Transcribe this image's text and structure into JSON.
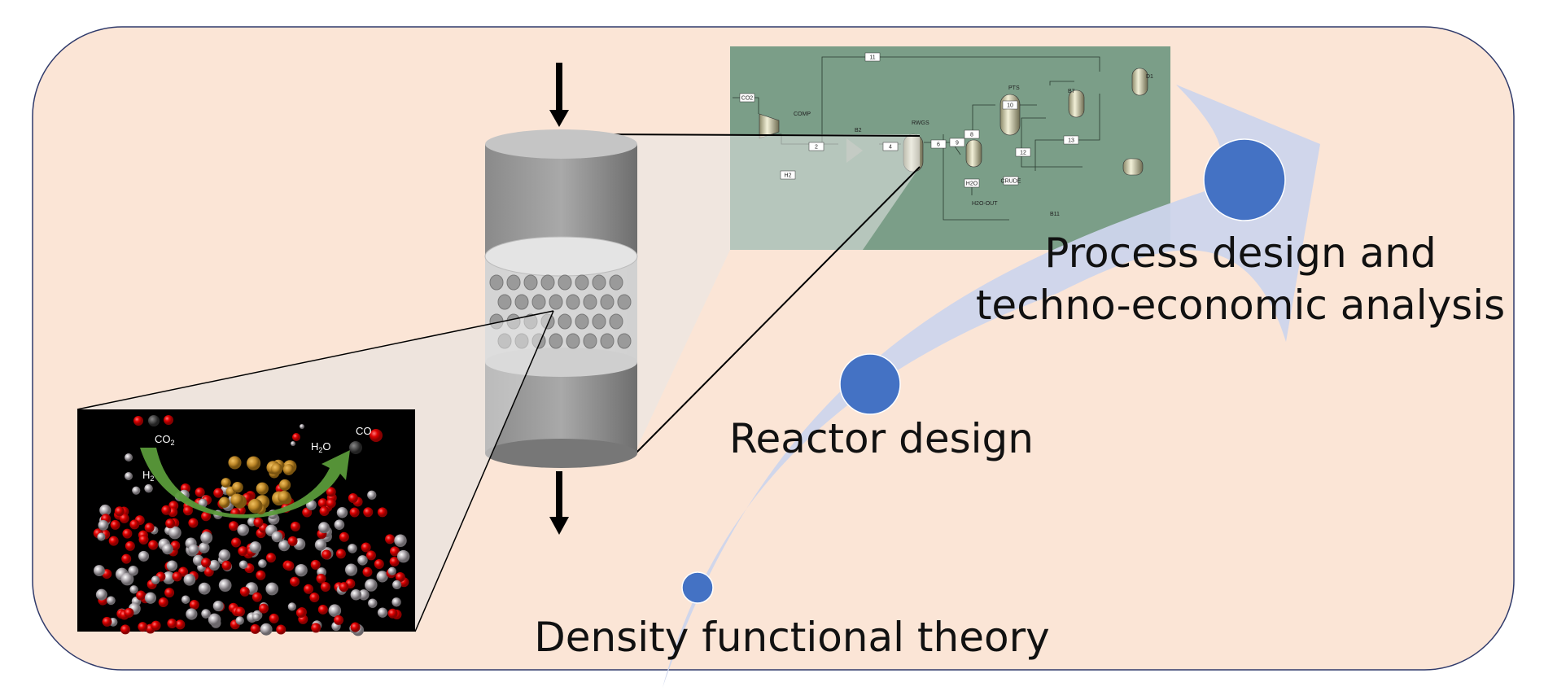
{
  "colors": {
    "background": "#fbe5d6",
    "border": "#2f3a6b",
    "flowsheet": "#7b9e88",
    "scale_arrow": "#cdd5ec",
    "milestone": "#4472c4",
    "catalyst_arrow": "#5a9a3a"
  },
  "stages": [
    {
      "label": "Density functional theory"
    },
    {
      "label": "Reactor design"
    },
    {
      "label_line1": "Process design and",
      "label_line2": "techno-economic analysis"
    }
  ],
  "dft_panel": {
    "co2": "CO",
    "co2_sub": "2",
    "h2": "H",
    "h2_sub": "2",
    "h2o_a": "H",
    "h2o_sub": "2",
    "h2o_b": "O",
    "co": "CO"
  },
  "flowsheet": {
    "streams": [
      "CO2",
      "11",
      "9",
      "10",
      "8",
      "6",
      "13",
      "12",
      "H2O",
      "CRUDE",
      "2",
      "4",
      "H2"
    ],
    "blocks": [
      "COMP",
      "B2",
      "RWGS",
      "PTS",
      "B7",
      "D1",
      "H2O-OUT",
      "B11"
    ]
  }
}
